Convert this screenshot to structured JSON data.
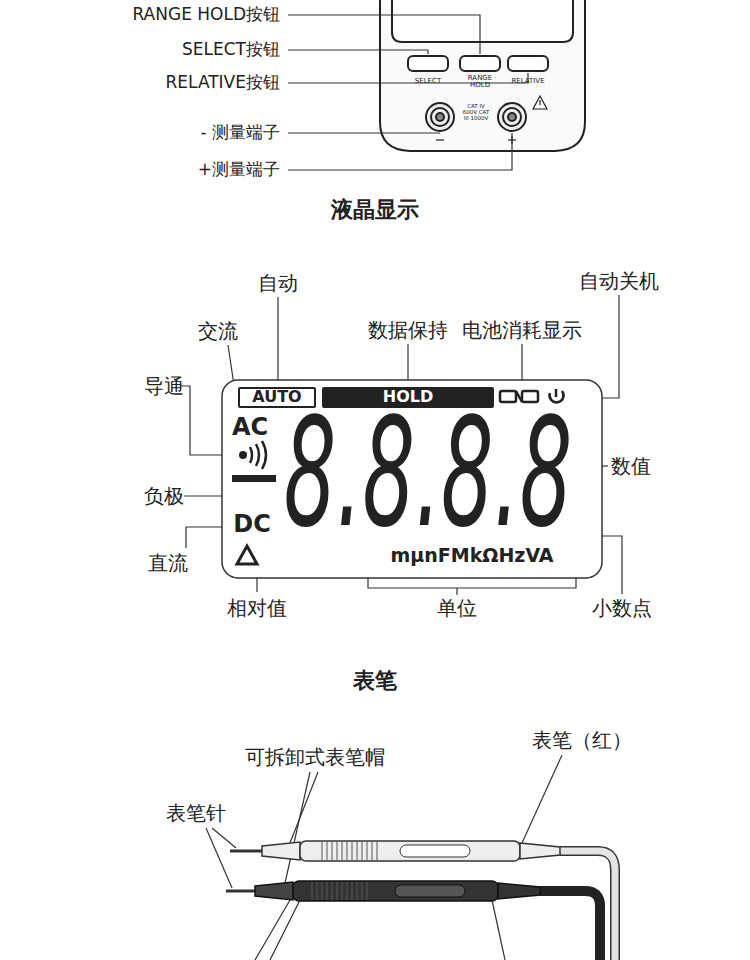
{
  "diagram": {
    "nodes": [
      {
        "text": [
          "AUTO"
        ]
      },
      {
        "text": [
          "HOLD"
        ]
      }
    ],
    "labels": [
      "RANGE HOLD按钮",
      "SELECT按钮",
      "RELATIVE按钮",
      "- 测量端子",
      "+测量端子",
      "SELECT",
      "RANGE HOLD",
      "CAT IV 600V CAT III 1000V",
      "液晶显示",
      "自动",
      "交流",
      "数据保持",
      "电池消耗显示",
      "自动关机",
      "导通",
      "AC",
      "数值",
      "负极",
      "DC",
      "直流",
      "8.8.8.8",
      "mμnFMkΩHzVA",
      "相对值",
      "单位",
      "小数点",
      "表笔",
      "可拆卸式表笔帽",
      "表笔（红）",
      "表笔针",
      "RELATIVE"
    ]
  }
}
